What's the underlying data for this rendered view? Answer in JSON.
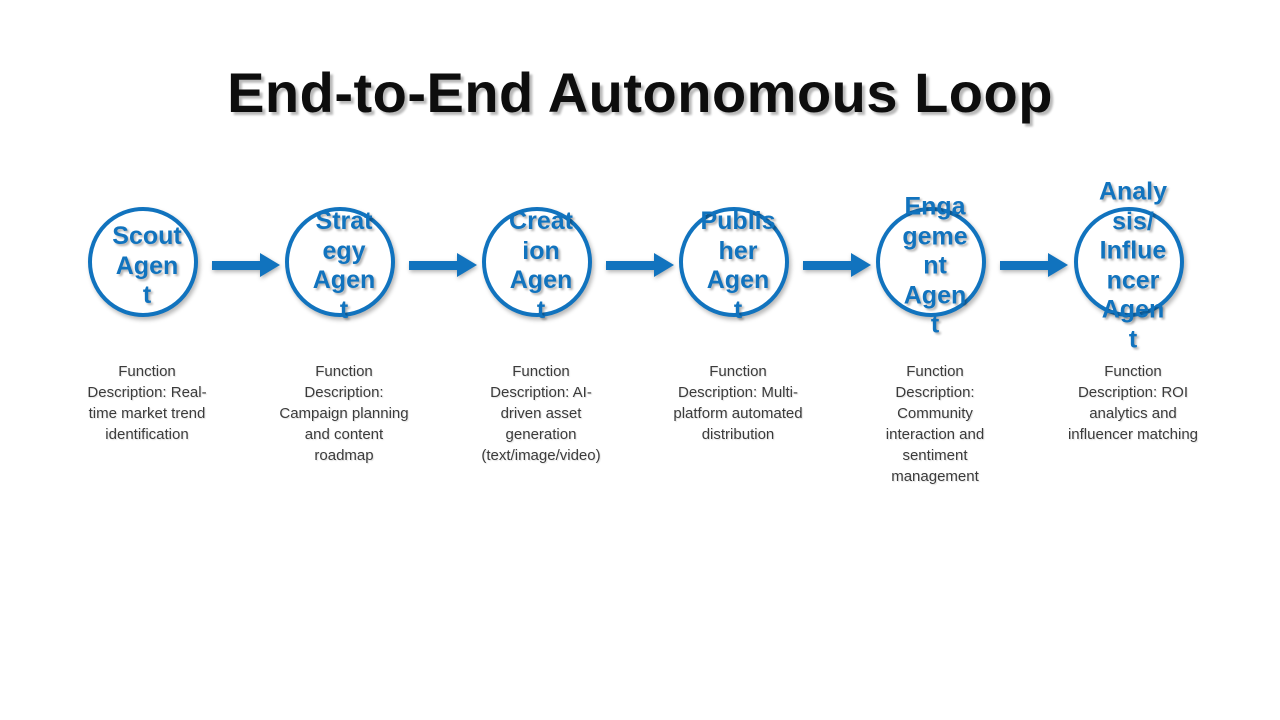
{
  "title": "End-to-End Autonomous Loop",
  "colors": {
    "accent_blue": "#1173BE",
    "description_text": "#3B3B3B",
    "title_text": "#0D0D0D",
    "background": "#FFFFFF"
  },
  "agents": [
    {
      "name": "Scout Agent",
      "label": "Scout\nAgen\nt",
      "description": "Function\nDescription: Real-\ntime market trend\nidentification"
    },
    {
      "name": "Strategy Agent",
      "label": "Strat\negy\nAgen\nt",
      "description": "Function\nDescription:\nCampaign planning\nand content\nroadmap"
    },
    {
      "name": "Creation Agent",
      "label": "Creat\nion\nAgen\nt",
      "description": "Function\nDescription: AI-\ndriven asset\ngeneration\n(text/image/video)"
    },
    {
      "name": "Publisher Agent",
      "label": "Publis\nher\nAgen\nt",
      "description": "Function\nDescription: Multi-\nplatform automated\ndistribution"
    },
    {
      "name": "Engagement Agent",
      "label": "Enga\ngeme\nnt\nAgen\nt",
      "description": "Function\nDescription:\nCommunity\ninteraction and\nsentiment\nmanagement"
    },
    {
      "name": "Analysis/Influencer Agent",
      "label": "Analy\nsis/\nInflue\nncer\nAgen\nt",
      "description": "Function\nDescription: ROI\nanalytics and\ninfluencer matching"
    }
  ]
}
